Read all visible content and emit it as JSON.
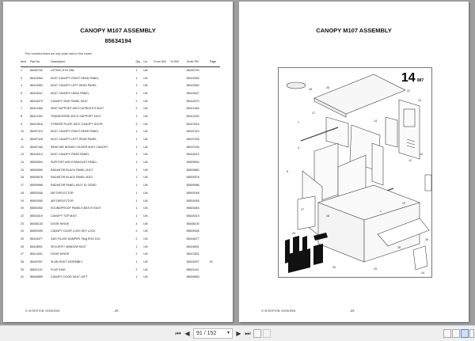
{
  "left_page": {
    "title": "CANOPY M107 ASSEMBLY",
    "part_number": "85634194",
    "note": "Part numbers listed are only parts used in this model",
    "columns": [
      "Item",
      "Part No.",
      "Description",
      "Qty",
      "Un",
      "From S/N",
      "To S/N",
      "Order PN",
      "Page"
    ],
    "rows": [
      {
        "item": "1",
        "part": "85492700",
        "desc": "LIFTING EYE D56",
        "qty": "1",
        "un": "UN",
        "from": "",
        "to": "",
        "order": "85492700",
        "page": ""
      },
      {
        "item": "3",
        "part": "85415354",
        "desc": "M107 CANOPY RIGHT HEAD PANEL",
        "qty": "1",
        "un": "UN",
        "from": "",
        "to": "",
        "order": "85415354",
        "page": ""
      },
      {
        "item": "4",
        "part": "85415362",
        "desc": "M107 CANOPY LEFT HEAD PANEL",
        "qty": "1",
        "un": "UN",
        "from": "",
        "to": "",
        "order": "85415362",
        "page": ""
      },
      {
        "item": "5",
        "part": "85418347",
        "desc": "M107 CANOPY HEAD PANEL",
        "qty": "1",
        "un": "UN",
        "from": "",
        "to": "",
        "order": "85418347",
        "page": ""
      },
      {
        "item": "6",
        "part": "85418370",
        "desc": "CANOPY SIDE PANEL M107",
        "qty": "2",
        "un": "UN",
        "from": "",
        "to": "",
        "order": "85418370",
        "page": ""
      },
      {
        "item": "7",
        "part": "85412484",
        "desc": "SIDE SUPPORT ARCH UPRIGHTS M107",
        "qty": "2",
        "un": "UN",
        "from": "",
        "to": "",
        "order": "85412484",
        "page": ""
      },
      {
        "item": "8",
        "part": "85412492",
        "desc": "TRANSVERSE ARCH SUPPORT M107",
        "qty": "1",
        "un": "UN",
        "from": "",
        "to": "",
        "order": "85412492",
        "page": ""
      },
      {
        "item": "9",
        "part": "85413516",
        "desc": "STRIKER PLATE M107 CANOPY DOOR",
        "qty": "3",
        "un": "UN",
        "from": "",
        "to": "",
        "order": "85413516",
        "page": ""
      },
      {
        "item": "10",
        "part": "85497410",
        "desc": "M107 CANOPY RIGHT REAR PANEL",
        "qty": "1",
        "un": "UN",
        "from": "",
        "to": "",
        "order": "85497410",
        "page": ""
      },
      {
        "item": "11",
        "part": "85497428",
        "desc": "M107 CANOPY LEFT REAR PANEL",
        "qty": "1",
        "un": "UN",
        "from": "",
        "to": "",
        "order": "85497428",
        "page": ""
      },
      {
        "item": "12",
        "part": "85497436",
        "desc": "REAR AIR INTAKE LOUVER M107 CANOPY",
        "qty": "1",
        "un": "UN",
        "from": "",
        "to": "",
        "order": "85497436",
        "page": ""
      },
      {
        "item": "13",
        "part": "85418313",
        "desc": "M107 CANOPY REAR PANEL",
        "qty": "1",
        "un": "UN",
        "from": "",
        "to": "",
        "order": "85418313",
        "page": ""
      },
      {
        "item": "14",
        "part": "85509594",
        "desc": "SUPPORT ARCH BRACKET PANEL",
        "qty": "1",
        "un": "UN",
        "from": "",
        "to": "",
        "order": "85509594",
        "page": ""
      },
      {
        "item": "15",
        "part": "85509560",
        "desc": "RADIATOR BLACK PANEL M107",
        "qty": "1",
        "un": "UN",
        "from": "",
        "to": "",
        "order": "85509560",
        "page": ""
      },
      {
        "item": "16",
        "part": "85509578",
        "desc": "RADIATOR BLACK PANEL M107",
        "qty": "1",
        "un": "UN",
        "from": "",
        "to": "",
        "order": "85509578",
        "page": ""
      },
      {
        "item": "17",
        "part": "85509586",
        "desc": "RADIATOR PANEL M107 JD 3039D",
        "qty": "1",
        "un": "UN",
        "from": "",
        "to": "",
        "order": "85509586",
        "page": ""
      },
      {
        "item": "18",
        "part": "85503048",
        "desc": "AIR DEFLECTOR",
        "qty": "1",
        "un": "UN",
        "from": "",
        "to": "",
        "order": "85503048",
        "page": ""
      },
      {
        "item": "19",
        "part": "85503055",
        "desc": "AIR DEFLECTOR",
        "qty": "1",
        "un": "UN",
        "from": "",
        "to": "",
        "order": "85503055",
        "page": ""
      },
      {
        "item": "20",
        "part": "85603063",
        "desc": "SOUNDPROOF PANELS BATCH M107",
        "qty": "1",
        "un": "UN",
        "from": "",
        "to": "",
        "order": "85603063",
        "page": ""
      },
      {
        "item": "22",
        "part": "85634319",
        "desc": "CANOPY TOP M107",
        "qty": "1",
        "un": "UN",
        "from": "",
        "to": "",
        "order": "85634319",
        "page": ""
      },
      {
        "item": "23",
        "part": "85408130",
        "desc": "DOOR HINGE",
        "qty": "4",
        "un": "UN",
        "from": "",
        "to": "",
        "order": "85408130",
        "page": ""
      },
      {
        "item": "24",
        "part": "85509305",
        "desc": "CANOPY DOOR LOCK KEY LOCK",
        "qty": "2",
        "un": "UN",
        "from": "",
        "to": "",
        "order": "85509305",
        "page": ""
      },
      {
        "item": "25",
        "part": "85418477",
        "desc": "GAS FILLED DAMPER 70kg ROD D10",
        "qty": "2",
        "un": "UN",
        "from": "",
        "to": "",
        "order": "85418477",
        "page": ""
      },
      {
        "item": "26",
        "part": "85418501",
        "desc": "SECURITY WINDOW M107",
        "qty": "1",
        "un": "UN",
        "from": "",
        "to": "",
        "order": "85418501",
        "page": ""
      },
      {
        "item": "27",
        "part": "85412831",
        "desc": "DOOR HINGE",
        "qty": "2",
        "un": "UN",
        "from": "",
        "to": "",
        "order": "85412831",
        "page": ""
      },
      {
        "item": "28",
        "part": "85402907",
        "desc": "SLAM SHUT ASSEMBLY",
        "qty": "1",
        "un": "UN",
        "from": "",
        "to": "",
        "order": "85402907",
        "page": "91"
      },
      {
        "item": "29",
        "part": "85621142",
        "desc": "FLAP D160",
        "qty": "2",
        "un": "UN",
        "from": "",
        "to": "",
        "order": "85621142",
        "page": ""
      },
      {
        "item": "31",
        "part": "85509859",
        "desc": "CANOPY DOOR M107 LEFT",
        "qty": "1",
        "un": "UN",
        "from": "",
        "to": "",
        "order": "85509859",
        "page": ""
      }
    ],
    "footer_edition": "G 40 EDITION: 02/04/2004",
    "footer_page": "-89-"
  },
  "right_page": {
    "title": "CANOPY M107 ASSEMBLY",
    "diagram_number": "14",
    "diagram_suffix": "087",
    "footer_edition": "G 40 EDITION: 02/04/2004",
    "footer_page": "-89-"
  },
  "toolbar": {
    "first_page_icon": "⏮",
    "prev_page_icon": "◀",
    "page_indicator": "91 / 152",
    "next_page_icon": "▶",
    "last_page_icon": "⏭",
    "current_page": 91,
    "total_pages": 152
  }
}
